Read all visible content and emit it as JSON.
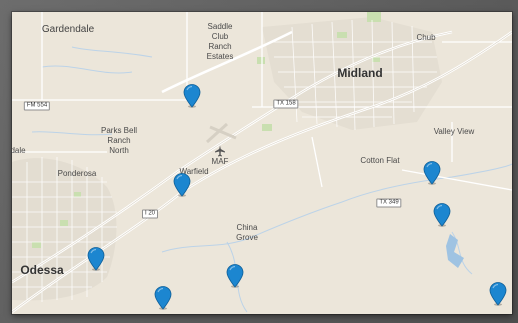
{
  "map": {
    "places": [
      {
        "id": "gardendale",
        "label": "Gardendale",
        "kind": "town"
      },
      {
        "id": "saddle-club",
        "label": "Saddle\nClub\nRanch\nEstates",
        "kind": "small"
      },
      {
        "id": "chub",
        "label": "Chub",
        "kind": "small"
      },
      {
        "id": "midland",
        "label": "Midland",
        "kind": "city"
      },
      {
        "id": "parks-bell",
        "label": "Parks Bell\nRanch\nNorth",
        "kind": "small"
      },
      {
        "id": "valley-view",
        "label": "Valley View",
        "kind": "small"
      },
      {
        "id": "dale",
        "label": "dale",
        "kind": "small"
      },
      {
        "id": "maf",
        "label": "MAF",
        "kind": "small"
      },
      {
        "id": "warfield",
        "label": "Warfield",
        "kind": "small"
      },
      {
        "id": "cotton-flat",
        "label": "Cotton Flat",
        "kind": "small"
      },
      {
        "id": "ponderosa",
        "label": "Ponderosa",
        "kind": "small"
      },
      {
        "id": "china-grove",
        "label": "China\nGrove",
        "kind": "small"
      },
      {
        "id": "odessa",
        "label": "Odessa",
        "kind": "city"
      }
    ],
    "road_shields": [
      {
        "id": "fm554",
        "label": "FM 554"
      },
      {
        "id": "tx158",
        "label": "TX 158"
      },
      {
        "id": "i20",
        "label": "I 20"
      },
      {
        "id": "tx349",
        "label": "TX 349"
      }
    ],
    "marker_count": 8,
    "marker_color": "#1c86d0",
    "airport_icon": "airplane-icon"
  }
}
